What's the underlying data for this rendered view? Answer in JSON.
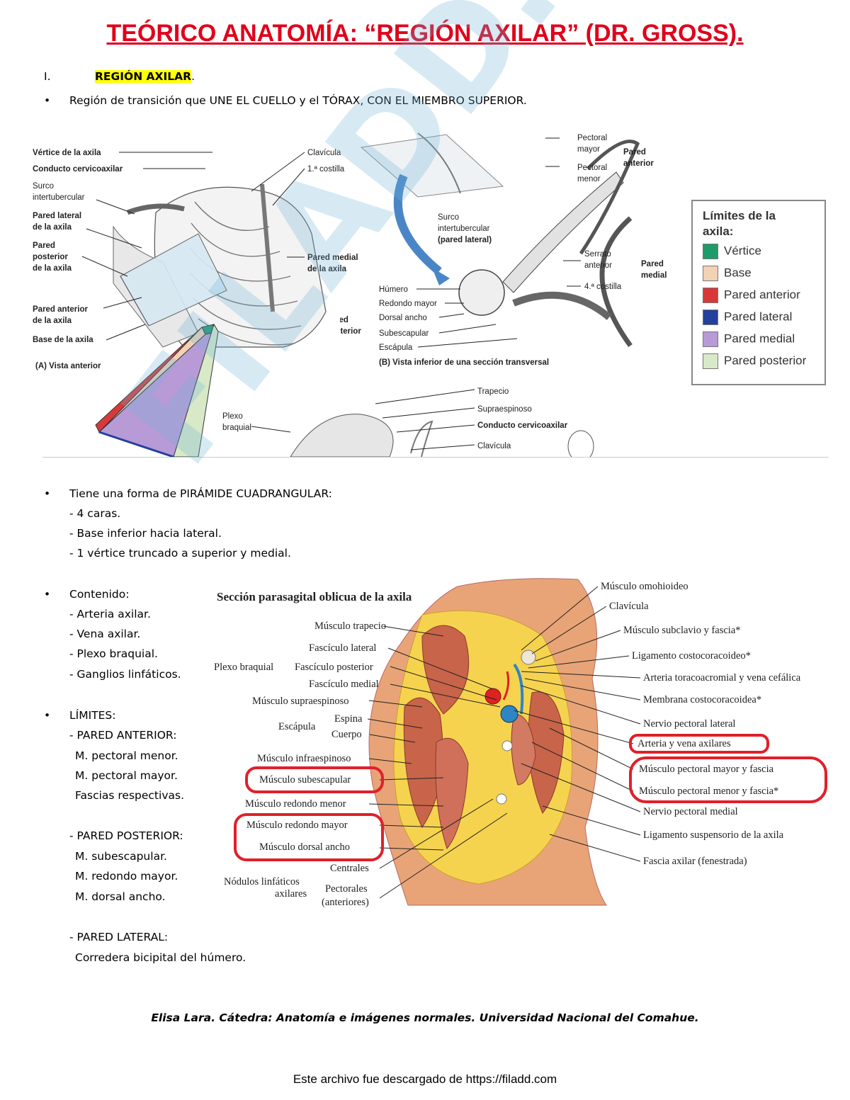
{
  "title": "TEÓRICO ANATOMÍA: “REGIÓN AXILAR” (DR. GROSS).",
  "section": {
    "number": "I.",
    "heading": "REGIÓN AXILAR",
    "heading_tail": "."
  },
  "intro_bullet": "Región de transición que UNE EL CUELLO y el TÓRAX, CON EL MIEMBRO SUPERIOR.",
  "fig1": {
    "labels_left": [
      "Vértice de la axila",
      "Conducto cervicoaxilar",
      "Surco",
      "intertubercular",
      "Pared lateral",
      "de la axila",
      "Pared",
      "posterior",
      "de la axila",
      "Pared anterior",
      "de la axila",
      "Base de la axila"
    ],
    "labels_right": [
      "Clavícula",
      "1.ª costilla",
      "Pared medial",
      "de la axila"
    ],
    "caption": "(A) Vista anterior"
  },
  "fig2": {
    "labels": [
      "Pectoral",
      "mayor",
      "Pectoral",
      "menor",
      "Pared",
      "anterior",
      "Surco",
      "intertubercular",
      "(pared lateral)",
      "Serrato",
      "anterior",
      "4.ª costilla",
      "Pared",
      "medial",
      "Húmero",
      "Redondo mayor",
      "Dorsal ancho",
      "Subescapular",
      "Escápula",
      "Pared",
      "posterior"
    ],
    "caption": "(B) Vista inferior de una sección transversal"
  },
  "fig3": {
    "labels": [
      "Plexo",
      "braquial",
      "Trapecio",
      "Supraespinoso",
      "Conducto cervicoaxilar",
      "Clavícula"
    ]
  },
  "legend": {
    "title": "Límites de la axila:",
    "items": [
      {
        "label": "Vértice",
        "color": "#1f9a6a"
      },
      {
        "label": "Base",
        "color": "#f1d2b4"
      },
      {
        "label": "Pared anterior",
        "color": "#d9383a"
      },
      {
        "label": "Pared lateral",
        "color": "#24409c"
      },
      {
        "label": "Pared medial",
        "color": "#b79ad6"
      },
      {
        "label": "Pared posterior",
        "color": "#d8e9c8"
      }
    ]
  },
  "watermark": "FILADD.COM",
  "shape": {
    "lead": "Tiene una forma de PIRÁMIDE CUADRANGULAR:",
    "items": [
      "- 4 caras.",
      "- Base inferior hacia lateral.",
      "- 1 vértice truncado a superior y medial."
    ]
  },
  "content": {
    "lead": "Contenido:",
    "items": [
      "- Arteria axilar.",
      "- Vena axilar.",
      "- Plexo braquial.",
      "- Ganglios linfáticos."
    ]
  },
  "limits": {
    "lead": "LÍMITES:",
    "anterior": {
      "head": "- PARED ANTERIOR:",
      "items": [
        "M. pectoral menor.",
        "M. pectoral mayor.",
        "Fascias respectivas."
      ]
    },
    "posterior": {
      "head": "- PARED POSTERIOR:",
      "items": [
        "M. subescapular.",
        "M. redondo mayor.",
        "M. dorsal ancho."
      ]
    },
    "lateral": {
      "head": "- PARED LATERAL:",
      "items": [
        "Corredera bicipital del húmero."
      ]
    }
  },
  "fig4": {
    "title": "Sección parasagital oblicua de la axila",
    "left_labels": [
      "Músculo trapecio",
      "Fascículo lateral",
      "Plexo braquial",
      "Fascículo posterior",
      "Fascículo medial",
      "Músculo supraespinoso",
      "Espina",
      "Escápula",
      "Cuerpo",
      "Músculo infraespinoso",
      "Músculo subescapular",
      "Músculo redondo menor",
      "Músculo redondo mayor",
      "Músculo dorsal ancho",
      "Centrales",
      "Nódulos linfáticos",
      "axilares",
      "Pectorales",
      "(anteriores)"
    ],
    "right_labels": [
      "Músculo omohioideo",
      "Clavícula",
      "Músculo subclavio y fascia*",
      "Ligamento costocoracoideo*",
      "Arteria toracoacromial y vena cefálica",
      "Membrana costocoracoidea*",
      "Nervio pectoral lateral",
      "Arteria y vena axilares",
      "Músculo pectoral mayor y fascia",
      "Músculo pectoral menor y fascia*",
      "Nervio pectoral medial",
      "Ligamento suspensorio de la axila",
      "Fascia axilar (fenestrada)"
    ]
  },
  "footer": {
    "credit": "Elisa Lara. Cátedra: Anatomía e imágenes normales. Universidad Nacional del Comahue.",
    "download": "Este archivo fue descargado de https://filadd.com"
  }
}
